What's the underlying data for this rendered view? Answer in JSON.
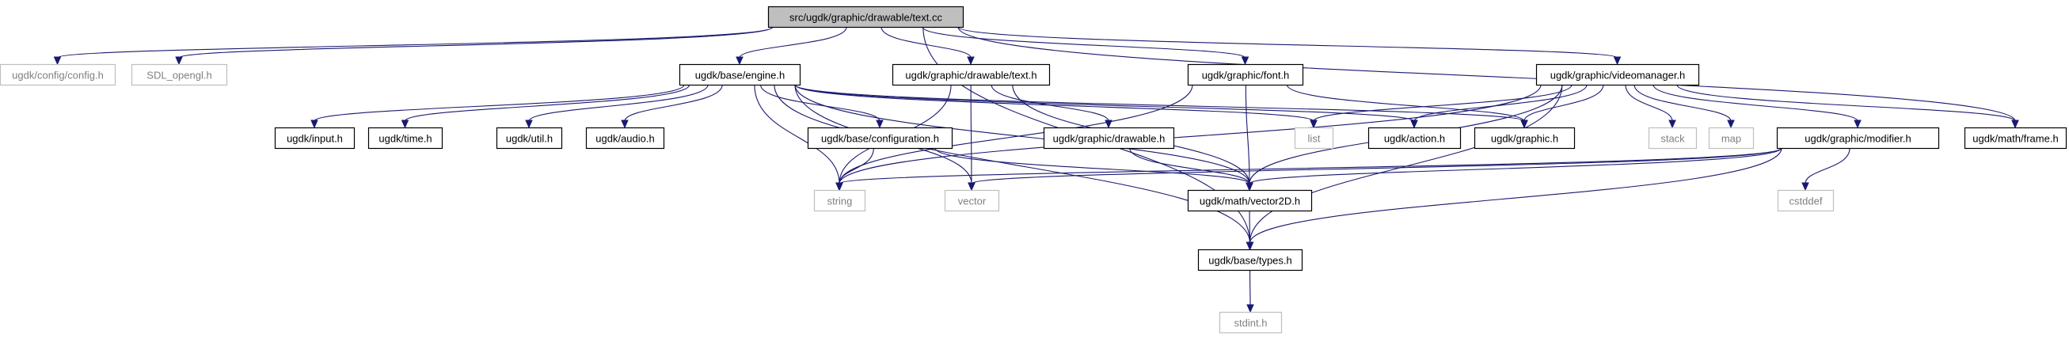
{
  "graph": {
    "nodes": {
      "root": "src/ugdk/graphic/drawable/text.cc",
      "config": "ugdk/config/config.h",
      "sdl": "SDL_opengl.h",
      "engine": "ugdk/base/engine.h",
      "dtext": "ugdk/graphic/drawable/text.h",
      "font": "ugdk/graphic/font.h",
      "videomgr": "ugdk/graphic/videomanager.h",
      "input": "ugdk/input.h",
      "time": "ugdk/time.h",
      "util": "ugdk/util.h",
      "audio": "ugdk/audio.h",
      "configuration": "ugdk/base/configuration.h",
      "drawable": "ugdk/graphic/drawable.h",
      "list": "list",
      "action": "ugdk/action.h",
      "graphic": "ugdk/graphic.h",
      "stack": "stack",
      "map": "map",
      "modifier": "ugdk/graphic/modifier.h",
      "frame": "ugdk/math/frame.h",
      "string": "string",
      "vector": "vector",
      "vector2d": "ugdk/math/vector2D.h",
      "cstddef": "cstddef",
      "types": "ugdk/base/types.h",
      "stdint": "stdint.h"
    },
    "colors": {
      "edge": "#191970",
      "node_border": "#000000",
      "external_border": "#bfbfbf",
      "root_fill": "#bfbfbf",
      "external_text": "#808080"
    }
  }
}
